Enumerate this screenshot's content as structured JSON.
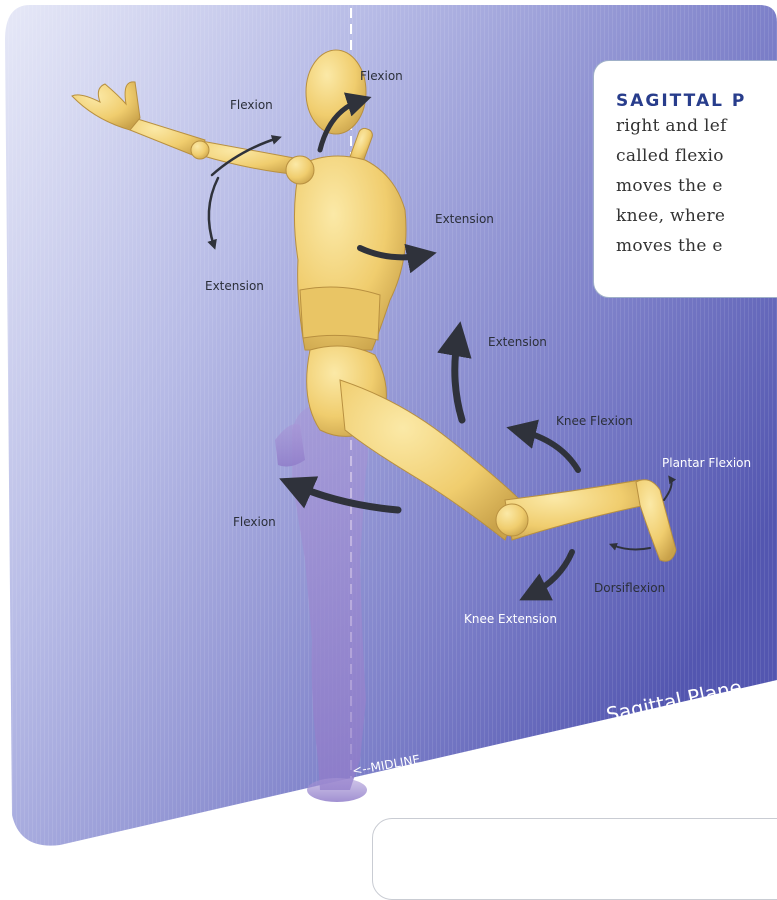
{
  "labels": {
    "flexion_arm": "Flexion",
    "flexion_head": "Flexion",
    "extension_arm": "Extension",
    "extension_trunk": "Extension",
    "extension_hip": "Extension",
    "knee_flexion": "Knee Flexion",
    "plantar_flexion": "Plantar Flexion",
    "flexion_hip": "Flexion",
    "dorsiflexion": "Dorsiflexion",
    "knee_extension": "Knee Extension",
    "midline": "<--MIDLINE",
    "plane": "Sagittal Plane"
  },
  "callout": {
    "title": "SAGITTAL P",
    "lines": [
      "right and lef",
      "called flexio",
      "moves the e",
      "knee, where",
      "moves the e"
    ]
  },
  "colors": {
    "plane_light": "#d9dcf3",
    "plane_dark": "#5a5db8",
    "figure": "#f2d27a",
    "figure_shade": "#c9a24a",
    "ghost": "#9a86cf",
    "arrow": "#333640",
    "callout_title": "#283d8c"
  }
}
